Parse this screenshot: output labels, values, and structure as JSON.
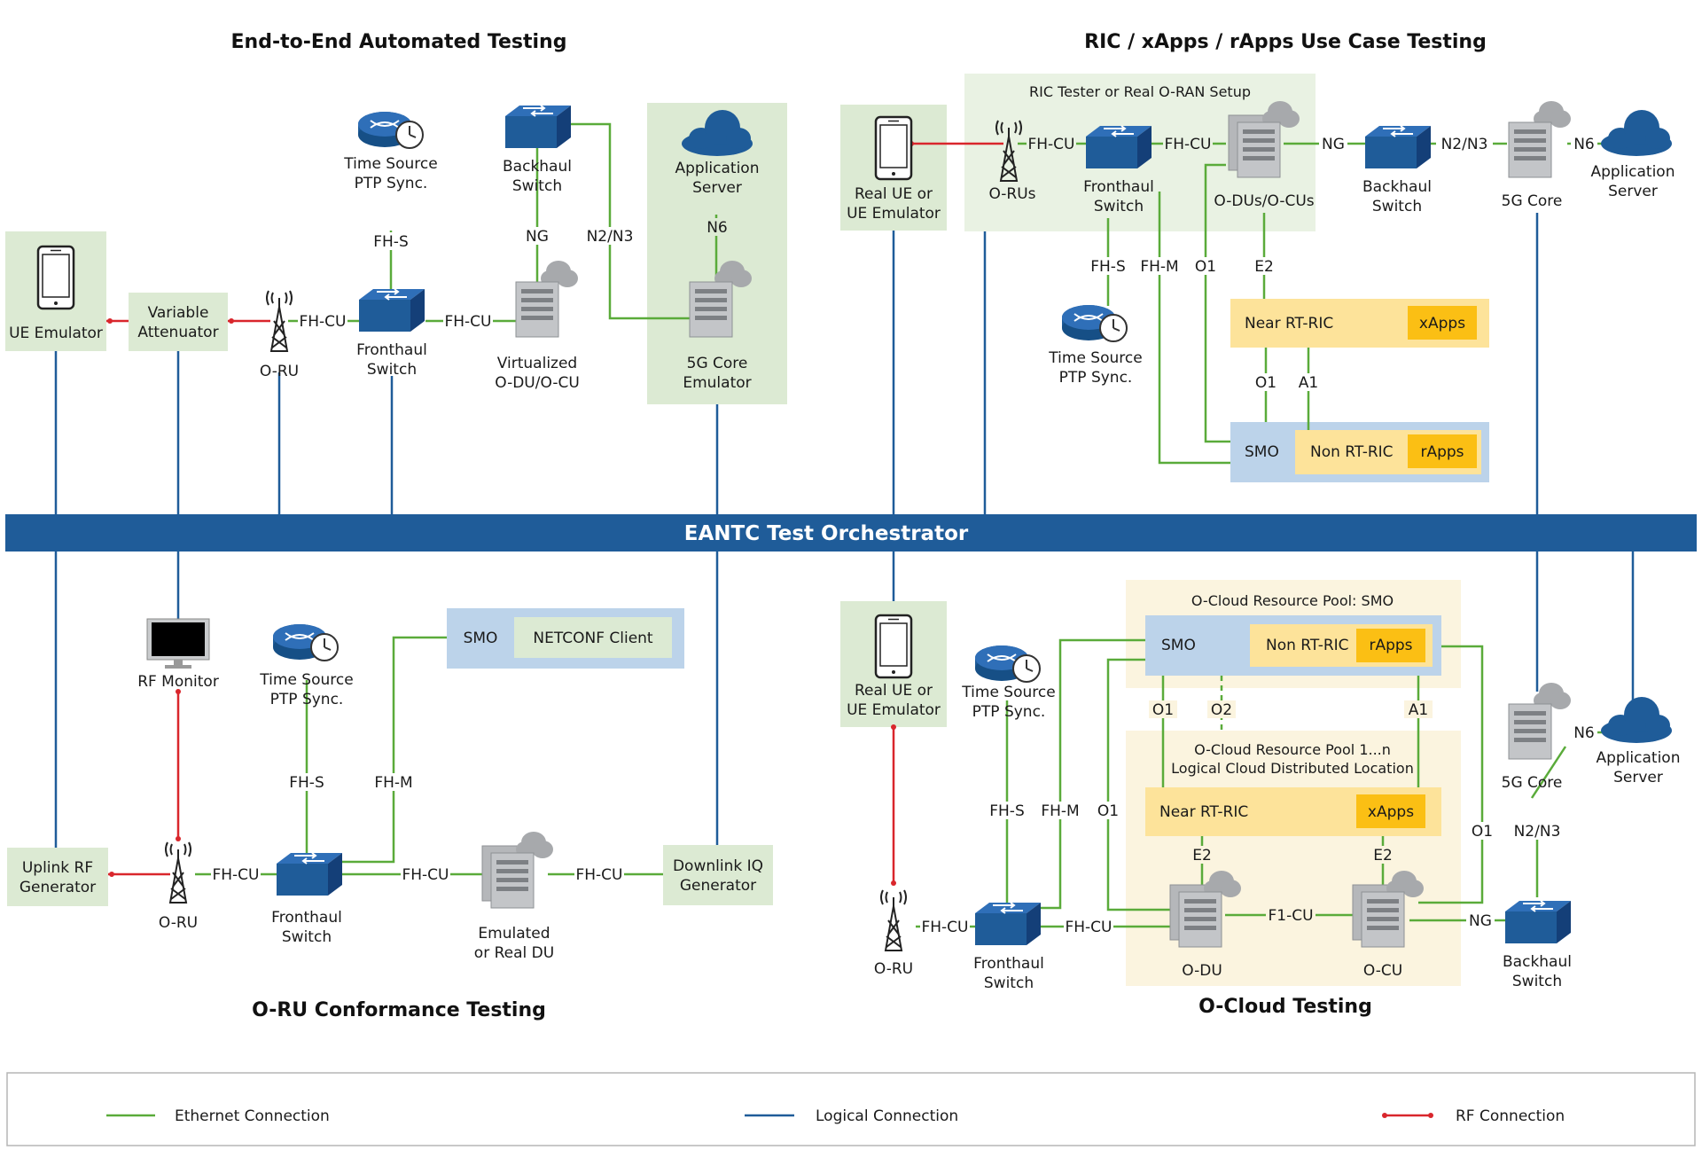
{
  "titles": {
    "e2e": "End-to-End Automated Testing",
    "ric": "RIC / xApps / rApps Use Case Testing",
    "oru_conf": "O-RU Conformance Testing",
    "ocloud": "O-Cloud Testing"
  },
  "orchestrator": "EANTC Test Orchestrator",
  "colors": {
    "ethernet": "#5aab3a",
    "logical": "#1f5c99",
    "rf": "#d9262c",
    "green_box": "#dcead3",
    "yellow_box": "#fde39a",
    "blue_box": "#bcd3ea",
    "accent_yellow": "#fbbf14"
  },
  "e2e": {
    "ue_emulator": "UE Emulator",
    "variable_attenuator": [
      "Variable",
      "Attenuator"
    ],
    "o_ru": "O-RU",
    "time_source": [
      "Time Source",
      "PTP Sync."
    ],
    "fronthaul_switch": [
      "Fronthaul",
      "Switch"
    ],
    "backhaul_switch": [
      "Backhaul",
      "Switch"
    ],
    "virtualized": [
      "Virtualized",
      "O-DU/O-CU"
    ],
    "app_server": [
      "Application",
      "Server"
    ],
    "core_emulator": [
      "5G Core",
      "Emulator"
    ],
    "labels": {
      "fhs": "FH-S",
      "fhcu1": "FH-CU",
      "fhcu2": "FH-CU",
      "ng": "NG",
      "n2n3": "N2/N3",
      "n6": "N6"
    }
  },
  "ric": {
    "real_ue": [
      "Real UE or",
      "UE Emulator"
    ],
    "setup": "RIC Tester or Real O-RAN Setup",
    "o_rus": "O-RUs",
    "fronthaul_switch": [
      "Fronthaul",
      "Switch"
    ],
    "odus": "O-DUs/O-CUs",
    "backhaul_switch": [
      "Backhaul",
      "Switch"
    ],
    "core": "5G Core",
    "app_server": [
      "Application",
      "Server"
    ],
    "time_source": [
      "Time Source",
      "PTP Sync."
    ],
    "near_rt_ric": "Near RT-RIC",
    "xapps": "xApps",
    "smo": "SMO",
    "non_rt_ric": "Non RT-RIC",
    "rapps": "rApps",
    "labels": {
      "fhcu1": "FH-CU",
      "fhcu2": "FH-CU",
      "ng": "NG",
      "n2n3": "N2/N3",
      "n6": "N6",
      "fhs": "FH-S",
      "fhm": "FH-M",
      "o1a": "O1",
      "e2": "E2",
      "o1b": "O1",
      "a1": "A1"
    }
  },
  "oruconf": {
    "rf_monitor": "RF Monitor",
    "time_source": [
      "Time Source",
      "PTP Sync."
    ],
    "smo": "SMO",
    "netconf": "NETCONF Client",
    "uplink": [
      "Uplink RF",
      "Generator"
    ],
    "o_ru": "O-RU",
    "fronthaul_switch": [
      "Fronthaul",
      "Switch"
    ],
    "emulated": [
      "Emulated",
      "or Real DU"
    ],
    "downlink": [
      "Downlink IQ",
      "Generator"
    ],
    "labels": {
      "fhs": "FH-S",
      "fhm": "FH-M",
      "fhcu1": "FH-CU",
      "fhcu2": "FH-CU",
      "fhcu3": "FH-CU"
    }
  },
  "ocloud": {
    "real_ue": [
      "Real UE or",
      "UE Emulator"
    ],
    "time_source": [
      "Time Source",
      "PTP Sync."
    ],
    "pool_smo": "O-Cloud Resource Pool: SMO",
    "smo": "SMO",
    "non_rt_ric": "Non RT-RIC",
    "rapps": "rApps",
    "pool_n": [
      "O-Cloud Resource Pool 1...n",
      "Logical Cloud Distributed Location"
    ],
    "near_rt_ric": "Near RT-RIC",
    "xapps": "xApps",
    "o_ru": "O-RU",
    "fronthaul_switch": [
      "Fronthaul",
      "Switch"
    ],
    "odu": "O-DU",
    "ocu": "O-CU",
    "core": "5G Core",
    "app_server": [
      "Application",
      "Server"
    ],
    "backhaul_switch": [
      "Backhaul",
      "Switch"
    ],
    "labels": {
      "o1a": "O1",
      "o2": "O2",
      "a1": "A1",
      "fhs": "FH-S",
      "fhm": "FH-M",
      "o1b": "O1",
      "e2a": "E2",
      "e2b": "E2",
      "o1c": "O1",
      "n6": "N6",
      "n2n3": "N2/N3",
      "fhcu1": "FH-CU",
      "fhcu2": "FH-CU",
      "f1cu": "F1-CU",
      "ng": "NG"
    }
  },
  "legend": {
    "ethernet": "Ethernet Connection",
    "logical": "Logical Connection",
    "rf": "RF Connection"
  }
}
